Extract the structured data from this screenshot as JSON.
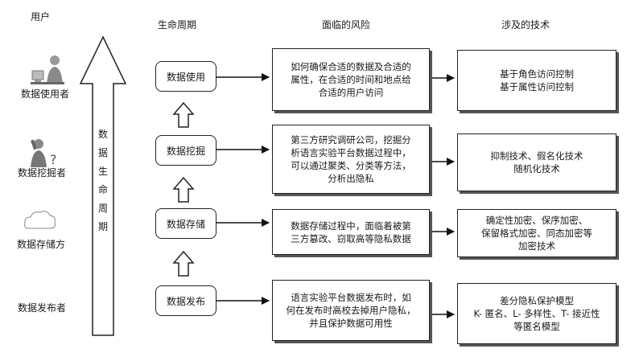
{
  "users_header": "用户",
  "lifecycle_header": "生命周期",
  "risk_header": "面临的风险",
  "tech_header": "涉及的技术",
  "big_arrow_label": "数据生命周期",
  "users": [
    {
      "label": "数据使用者",
      "icon": "person-computer-icon"
    },
    {
      "label": "数据挖掘者",
      "icon": "person-question-icon"
    },
    {
      "label": "数据存储方",
      "icon": "cloud-icon"
    },
    {
      "label": "数据发布者",
      "icon": ""
    }
  ],
  "stages": [
    {
      "label": "数据使用"
    },
    {
      "label": "数据挖掘"
    },
    {
      "label": "数据存储"
    },
    {
      "label": "数据发布"
    }
  ],
  "risks": [
    {
      "text": "如何确保合适的数据及合适的\n属性，在合适的时间和地点给\n合适的用户访问"
    },
    {
      "text": "第三方研究调研公司，挖掘分\n析语言实验平台数据过程中，\n可以通过聚类、分类等方法，\n分析出隐私"
    },
    {
      "text": "数据存储过程中，面临着被第\n三方篡改、窃取高等隐私数据"
    },
    {
      "text": "语言实验平台数据发布时，如\n何在发布时高校去掉用户隐私，\n并且保护数据可用性"
    }
  ],
  "techs": [
    {
      "text": "基于角色访问控制\n基于属性访问控制"
    },
    {
      "text": "抑制技术、假名化技术\n随机化技术"
    },
    {
      "text": "确定性加密、保序加密、\n保留格式加密、同态加密等\n加密技术"
    },
    {
      "text": "差分隐私保护模型\nK- 匿名、L- 多样性、T- 接近性\n等匿名模型"
    }
  ]
}
